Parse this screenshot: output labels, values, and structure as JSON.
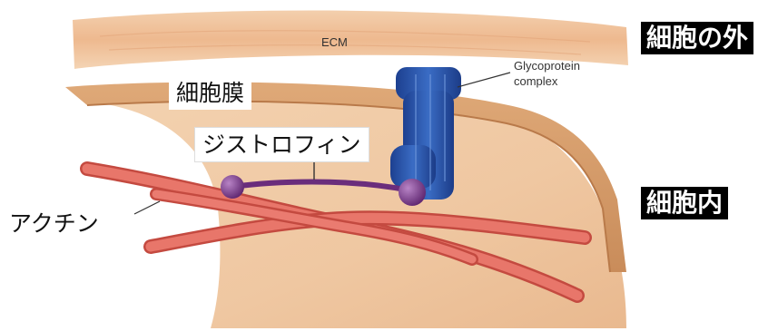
{
  "labels": {
    "ecm": "ECM",
    "glycoprotein": "Glycoprotein",
    "complex": "complex",
    "outside_cell": "細胞の外",
    "inside_cell": "細胞内",
    "cell_membrane": "細胞膜",
    "dystrophin": "ジストロフィン",
    "actin": "アクチン"
  },
  "colors": {
    "ecm": "#efc19a",
    "membrane": "#e6b27e",
    "cytoplasm": "#efc6a0",
    "actin": "#e66a5e",
    "glycoprotein": "#2a55a4",
    "dystrophin": "#7c3b8c"
  }
}
